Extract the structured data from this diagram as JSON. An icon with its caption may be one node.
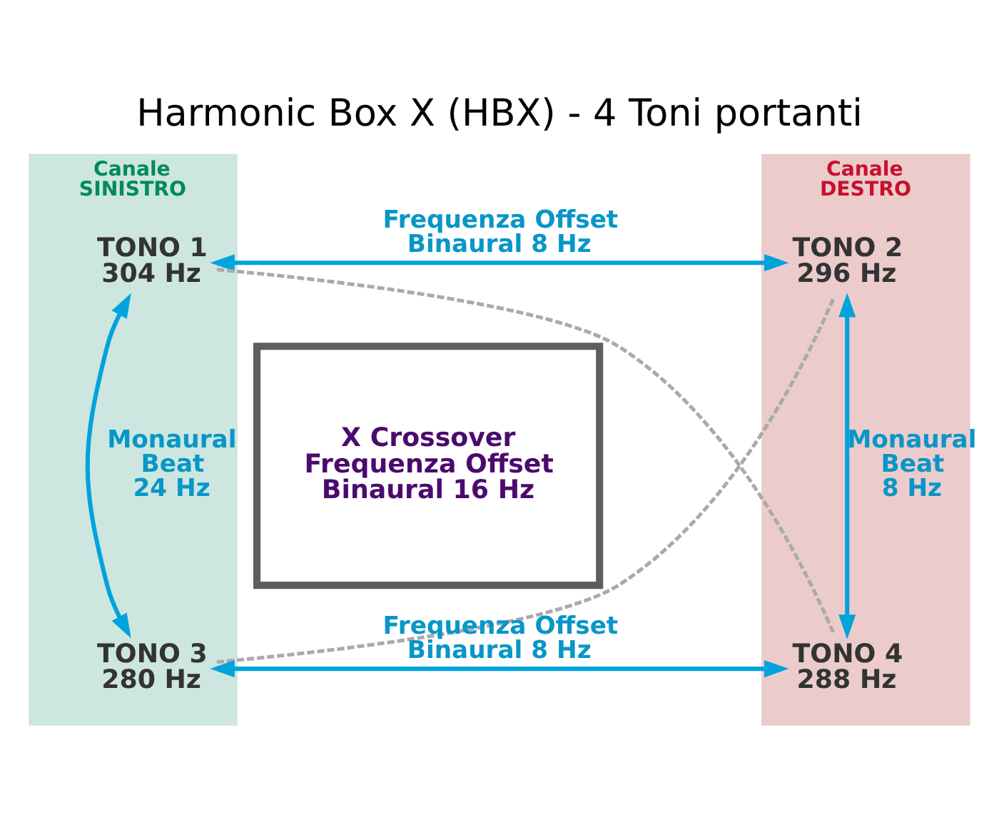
{
  "diagram": {
    "title": "Harmonic Box X (HBX) - 4 Toni portanti",
    "nodes": [
      {
        "text": [
          "Canale SINISTRO"
        ]
      },
      {
        "text": [
          "TONO 1 304 Hz"
        ],
        "in": 0
      },
      {
        "text": [
          "TONO 3 280 Hz"
        ],
        "in": 0
      },
      {
        "text": [
          "Canale DESTRO"
        ]
      },
      {
        "text": [
          "TONO 2 296 Hz"
        ],
        "in": 3
      },
      {
        "text": [
          "TONO 4 288 Hz"
        ],
        "in": 3
      },
      {
        "text": [
          "X Crossover Frequenza Offset Binaural 16 Hz"
        ]
      }
    ],
    "edges": [
      {
        "from": 1,
        "to": 4,
        "arrow": "both",
        "label": "Frequenza Offset Binaural 8 Hz"
      },
      {
        "from": 1,
        "to": 2,
        "arrow": "both",
        "label": "Monaural Beat 24 Hz"
      },
      {
        "from": 4,
        "to": 5,
        "arrow": "both",
        "label": "Monaural Beat 8 Hz"
      },
      {
        "from": 1,
        "to": 5,
        "arrow": "none",
        "style": "dashed",
        "color": "#aaaaaa"
      },
      {
        "from": 2,
        "to": 4,
        "arrow": "none",
        "style": "dashed",
        "color": "#aaaaaa"
      },
      {
        "from": 2,
        "to": 5,
        "arrow": "both",
        "label": "Frequenza Offset Binaural 8 Hz"
      }
    ]
  }
}
